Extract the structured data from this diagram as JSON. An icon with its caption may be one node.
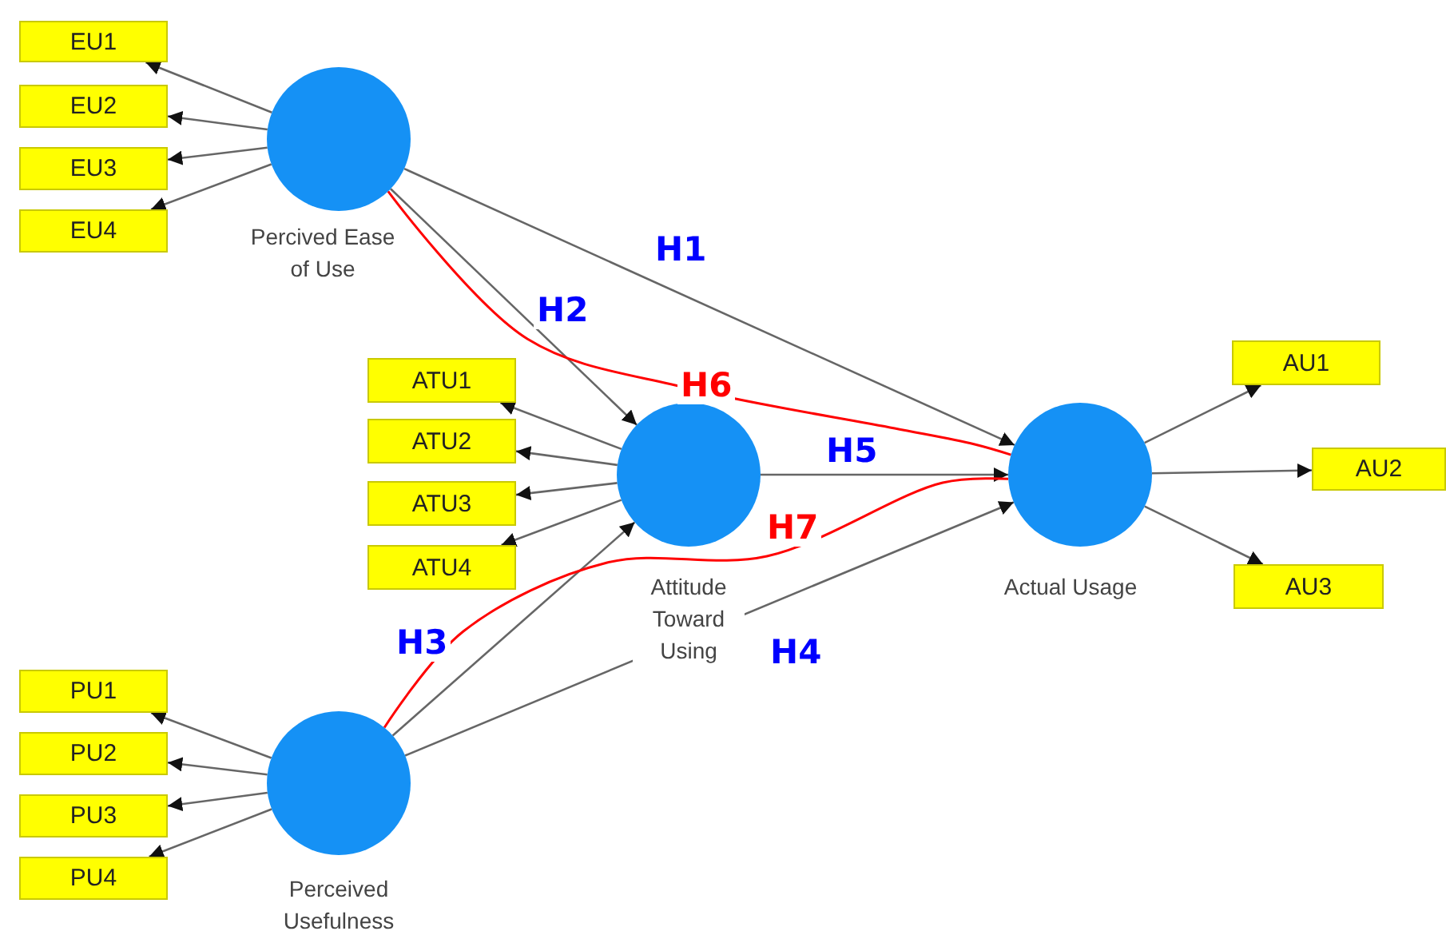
{
  "diagram": {
    "nodes": [
      {
        "text": [
          "EU1"
        ]
      },
      {
        "text": [
          "EU2"
        ]
      },
      {
        "text": [
          "EU3"
        ]
      },
      {
        "text": [
          "EU4"
        ]
      },
      {
        "text": [],
        "shape": "circle",
        "beside": [
          "Percived Ease of Use"
        ]
      },
      {
        "text": [
          "ATU1"
        ]
      },
      {
        "text": [
          "ATU2"
        ]
      },
      {
        "text": [
          "ATU3"
        ]
      },
      {
        "text": [
          "ATU4"
        ]
      },
      {
        "text": [],
        "shape": "circle",
        "beside": [
          "Attitude Toward Using"
        ]
      },
      {
        "text": [
          "AU1"
        ]
      },
      {
        "text": [],
        "shape": "circle",
        "beside": [
          "Actual Usage"
        ]
      },
      {
        "text": [
          "AU2"
        ]
      },
      {
        "text": [
          "AU3"
        ]
      },
      {
        "text": [
          "PU1"
        ]
      },
      {
        "text": [
          "PU2"
        ]
      },
      {
        "text": [
          "PU3"
        ]
      },
      {
        "text": [
          "PU4"
        ]
      },
      {
        "text": [],
        "shape": "circle",
        "beside": [
          "Perceived Usefulness"
        ]
      }
    ],
    "edges": [
      {
        "from": 4,
        "to": 0,
        "arrow": "to"
      },
      {
        "from": 4,
        "to": 1,
        "arrow": "to"
      },
      {
        "from": 4,
        "to": 2,
        "arrow": "to"
      },
      {
        "from": 4,
        "to": 3,
        "arrow": "to"
      },
      {
        "from": 9,
        "to": 5,
        "arrow": "to"
      },
      {
        "from": 9,
        "to": 6,
        "arrow": "to"
      },
      {
        "from": 9,
        "to": 7,
        "arrow": "to"
      },
      {
        "from": 9,
        "to": 8,
        "arrow": "to"
      },
      {
        "from": 11,
        "to": 10,
        "arrow": "to"
      },
      {
        "from": 11,
        "to": 12,
        "arrow": "to"
      },
      {
        "from": 11,
        "to": 13,
        "arrow": "to"
      },
      {
        "from": 18,
        "to": 14,
        "arrow": "to"
      },
      {
        "from": 18,
        "to": 15,
        "arrow": "to"
      },
      {
        "from": 18,
        "to": 16,
        "arrow": "to"
      },
      {
        "from": 18,
        "to": 17,
        "arrow": "to"
      },
      {
        "from": 4,
        "to": 11,
        "arrow": "to",
        "label": "H1"
      },
      {
        "from": 4,
        "to": 9,
        "arrow": "to",
        "label": "H2"
      },
      {
        "from": 18,
        "to": 9,
        "arrow": "to",
        "label": "H3"
      },
      {
        "from": 18,
        "to": 11,
        "arrow": "to",
        "label": "H4"
      },
      {
        "from": 9,
        "to": 11,
        "arrow": "to",
        "label": "H5"
      },
      {
        "from": 4,
        "to": 11,
        "arrow": "none",
        "label": "H6",
        "color": "#ff0000"
      },
      {
        "from": 18,
        "to": 11,
        "arrow": "none",
        "label": "H7",
        "color": "#ff0000"
      }
    ]
  }
}
